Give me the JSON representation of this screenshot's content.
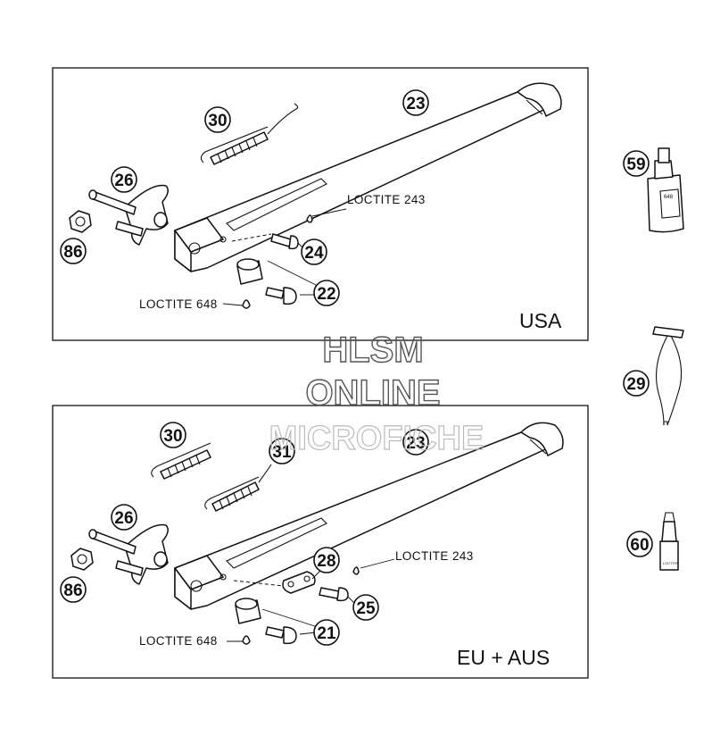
{
  "panels": {
    "top": {
      "region_label": "USA",
      "loctite_top": "LOCTITE 243",
      "loctite_bottom": "LOCTITE 648"
    },
    "bottom": {
      "region_label": "EU + AUS",
      "loctite_top": "LOCTITE 243",
      "loctite_bottom": "LOCTITE 648"
    }
  },
  "callouts": {
    "top": {
      "p30": "30",
      "p23": "23",
      "p26": "26",
      "p86": "86",
      "p24": "24",
      "p22": "22"
    },
    "bottom": {
      "p30": "30",
      "p31": "31",
      "p23": "23",
      "p26": "26",
      "p86": "86",
      "p28": "28",
      "p25": "25",
      "p21": "21"
    },
    "side": {
      "p59": "59",
      "p29": "29",
      "p60": "60"
    }
  },
  "watermark": {
    "line1": "HLSM",
    "line2": "ONLINE",
    "line3": "MICROFICHE"
  },
  "bottle_labels": {
    "p59": "648",
    "p60": "LOCTITE"
  }
}
